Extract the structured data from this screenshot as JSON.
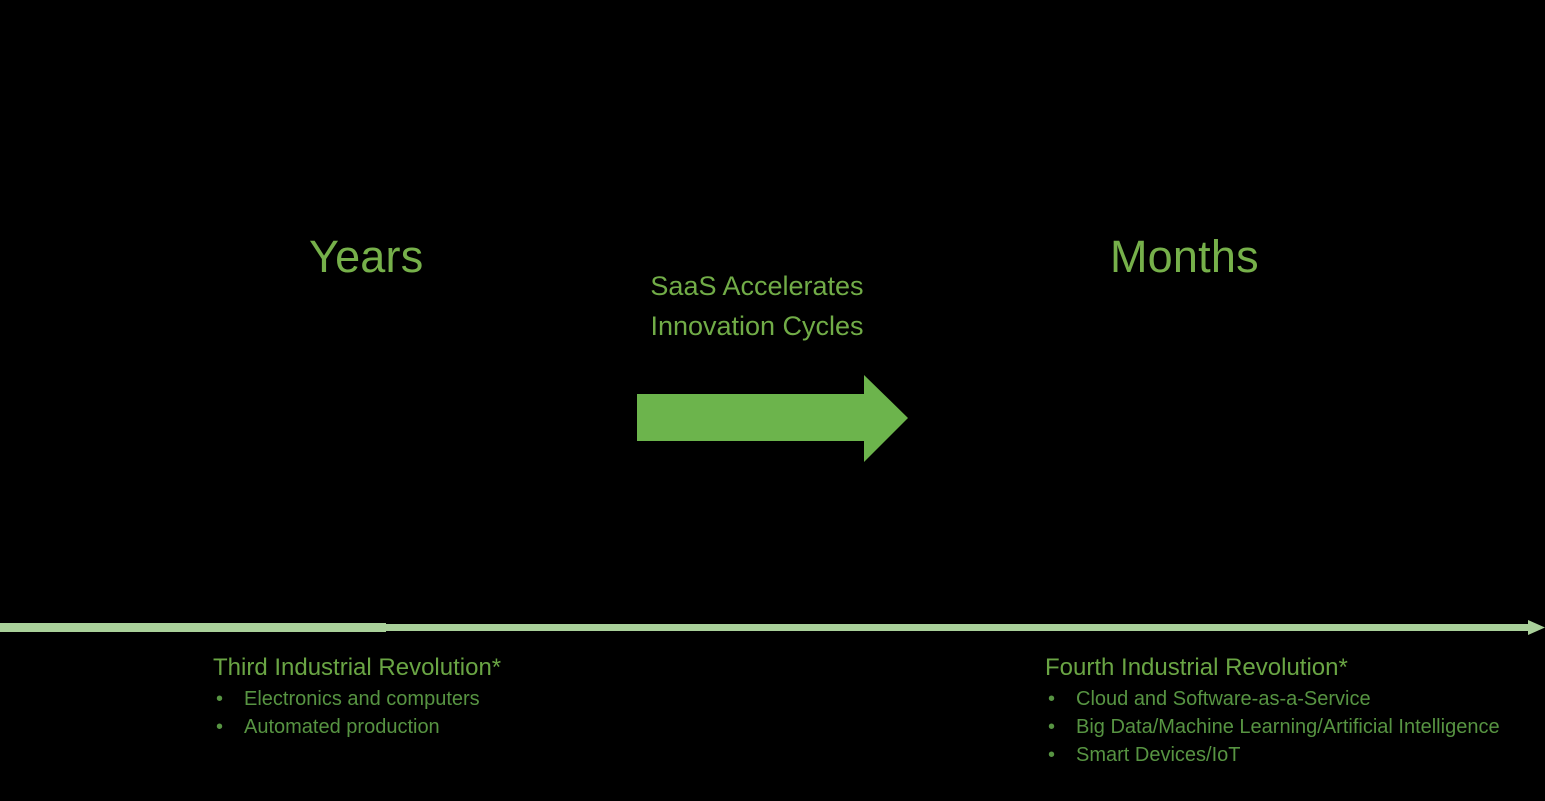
{
  "slide": {
    "background_color": "#000000",
    "accent_green": "#76b04a",
    "arrow_green": "#6cb44c",
    "axis_green": "#a9d09a",
    "body_green": "#579442"
  },
  "pace_labels": {
    "left": "Years",
    "right": "Months"
  },
  "callout": {
    "line1": "SaaS Accelerates",
    "line2": "Innovation Cycles"
  },
  "arrow": {
    "name": "acceleration-arrow",
    "direction": "right"
  },
  "timeline": {
    "name": "industrial-revolution-timeline",
    "direction": "right"
  },
  "eras": [
    {
      "heading": "Third Industrial Revolution*",
      "bullet_glyph": "•",
      "items": [
        "Electronics and computers",
        "Automated production"
      ]
    },
    {
      "heading": "Fourth Industrial Revolution*",
      "bullet_glyph": "•",
      "items": [
        "Cloud and Software-as-a-Service",
        "Big Data/Machine Learning/Artificial Intelligence",
        "Smart Devices/IoT"
      ]
    }
  ]
}
